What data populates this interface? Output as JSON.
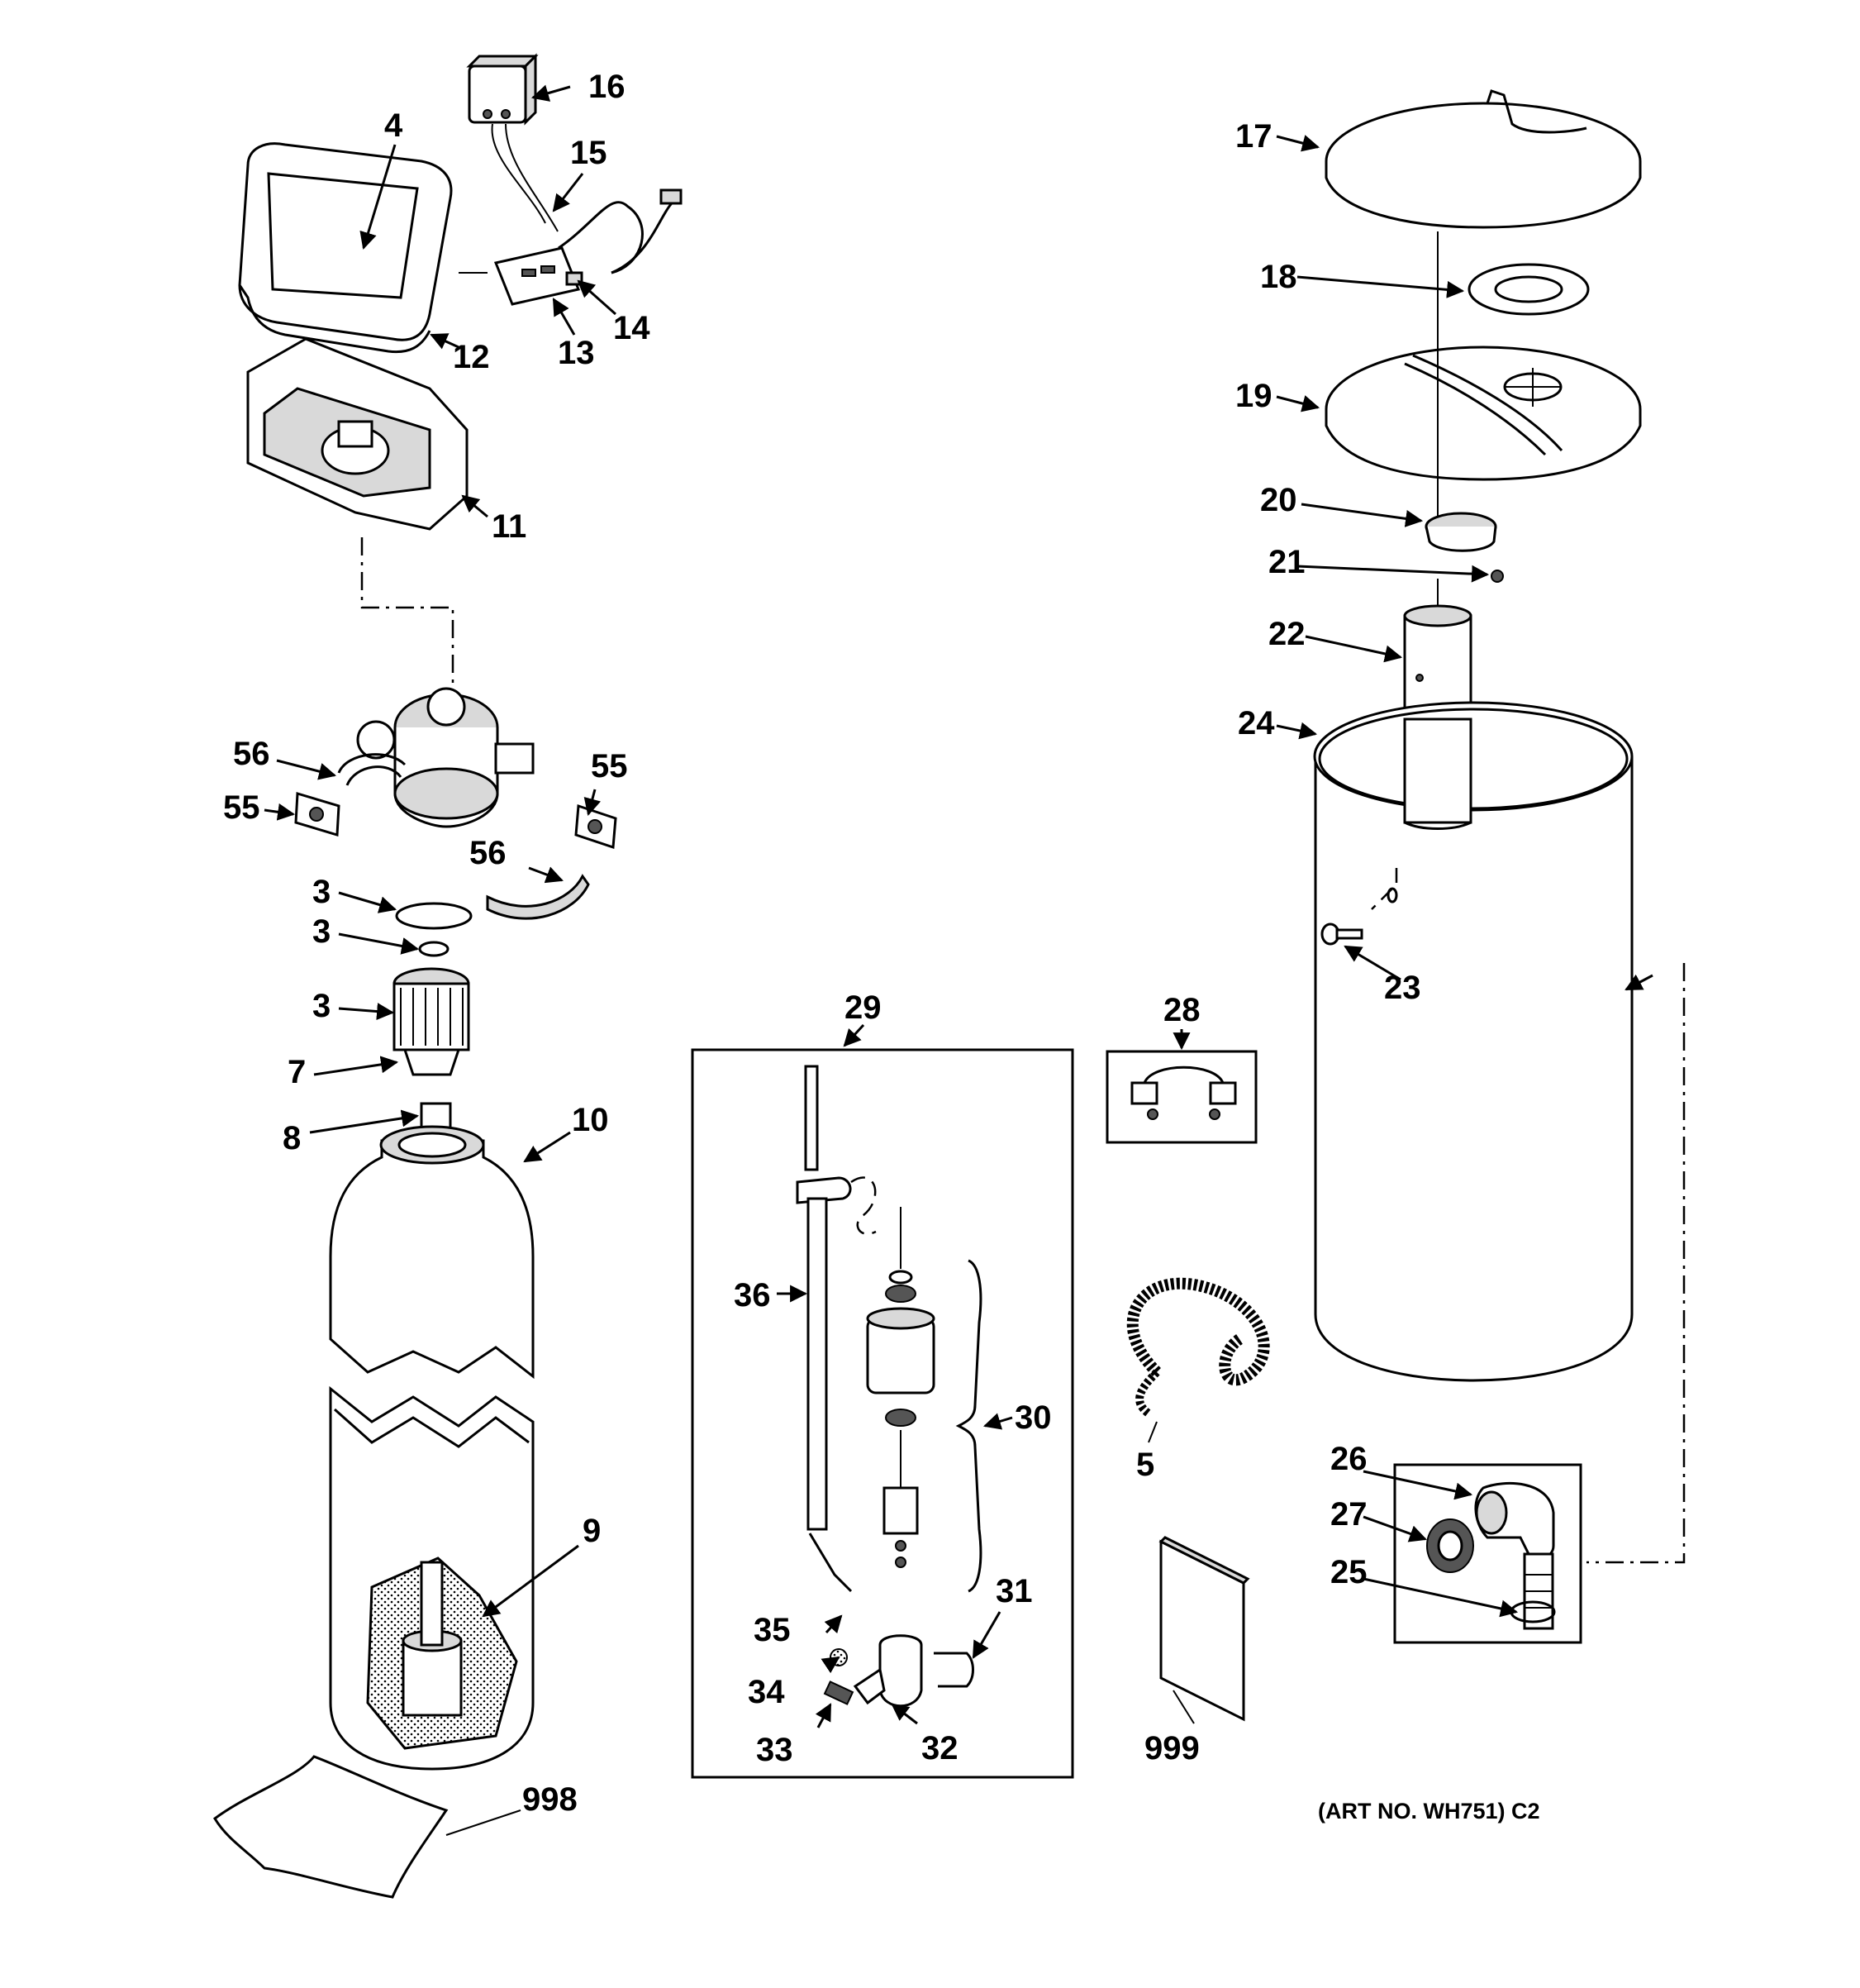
{
  "diagram": {
    "callouts": [
      "16",
      "4",
      "15",
      "14",
      "13",
      "12",
      "11",
      "56",
      "55",
      "55",
      "56",
      "3",
      "3",
      "3",
      "7",
      "8",
      "10",
      "9",
      "998",
      "29",
      "36",
      "30",
      "31",
      "35",
      "34",
      "33",
      "32",
      "28",
      "5",
      "999",
      "17",
      "18",
      "19",
      "20",
      "21",
      "22",
      "24",
      "23",
      "26",
      "27",
      "25"
    ],
    "art_number": "(ART NO. WH751) C2"
  }
}
